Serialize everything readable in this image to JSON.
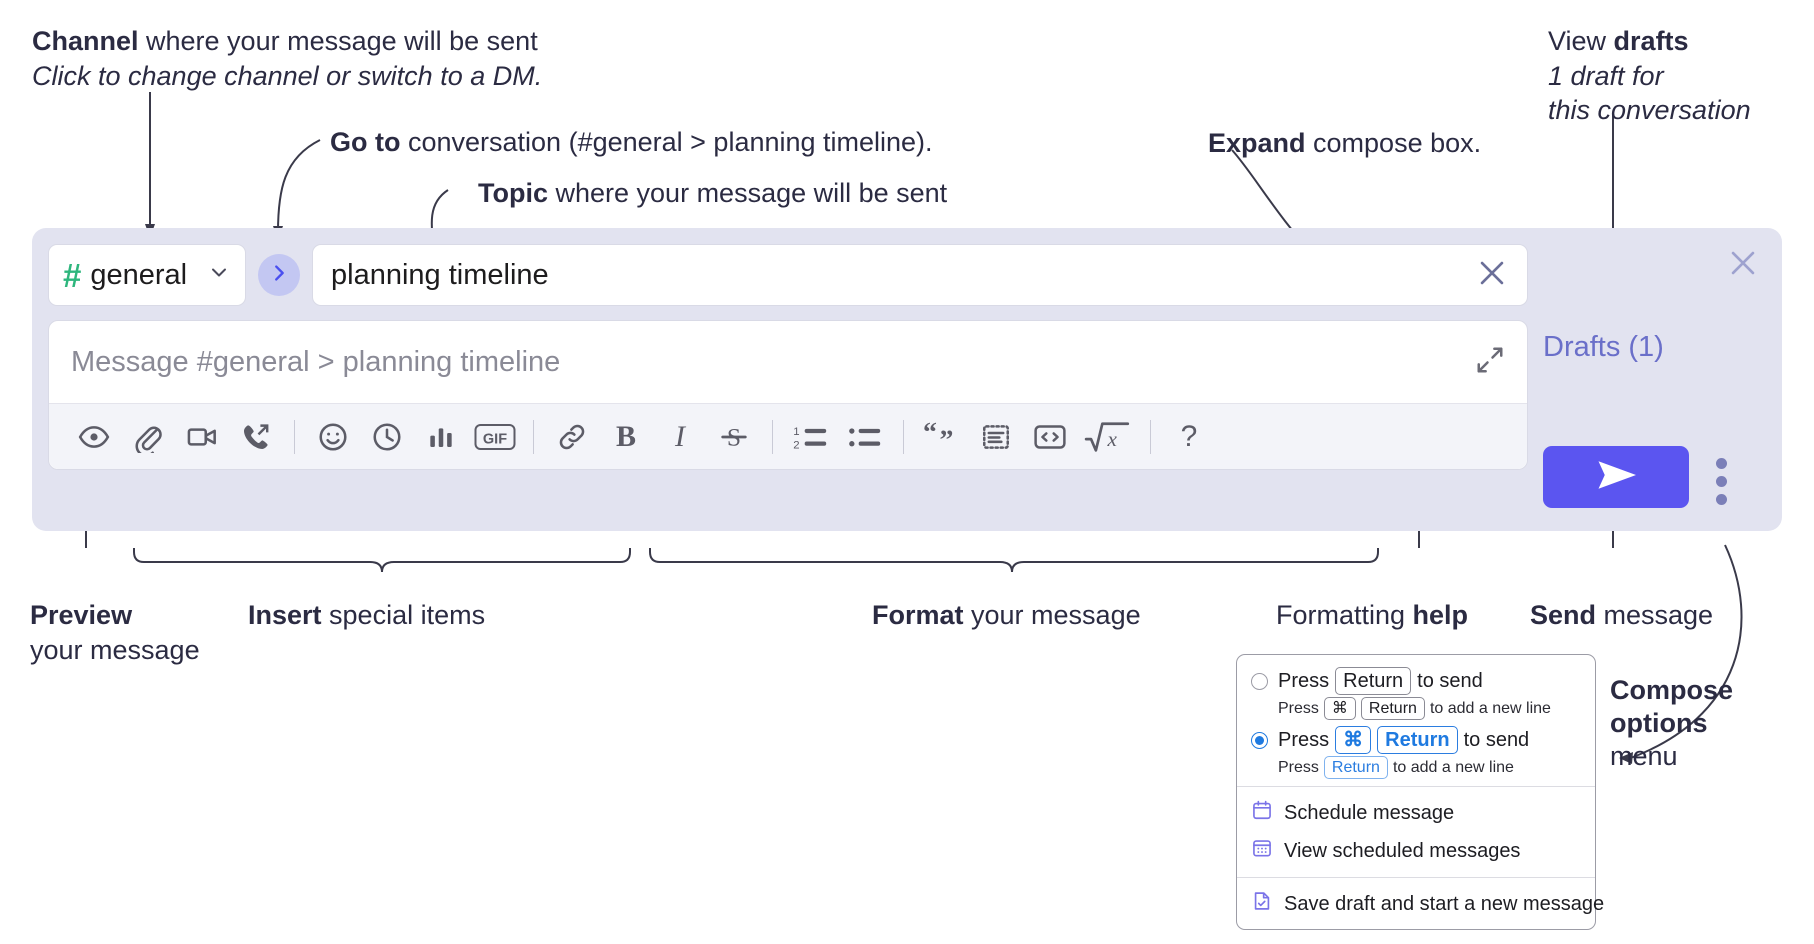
{
  "annotations": {
    "channel": {
      "title_bold": "Channel",
      "title_rest": " where your message will be sent",
      "sub": "Click to change channel or switch to a DM."
    },
    "goto": {
      "bold": "Go to",
      "rest": " conversation (#general > planning timeline)."
    },
    "topic": {
      "bold": "Topic",
      "rest": " where your message will be sent"
    },
    "expand": {
      "bold": "Expand",
      "rest": " compose box."
    },
    "drafts": {
      "line1_rest": "View ",
      "line1_bold": "drafts",
      "line2": "1 draft for",
      "line3": "this conversation"
    },
    "preview": {
      "bold": "Preview",
      "line2": "your message"
    },
    "insert": {
      "bold": "Insert",
      "rest": " special items"
    },
    "format": {
      "bold": "Format",
      "rest": " your message"
    },
    "formatting_help": {
      "rest": "Formatting ",
      "bold": "help"
    },
    "send": {
      "bold": "Send",
      "rest": " message"
    },
    "compose_options": {
      "bold1": "Compose",
      "bold2": "options",
      "rest": "menu"
    }
  },
  "compose": {
    "channel": {
      "hash": "#",
      "name": "general",
      "chevron_icon": "chevron-down-icon"
    },
    "goto_button": {
      "icon": "chevron-right-icon",
      "label": ">"
    },
    "topic": {
      "value": "planning timeline",
      "clear_icon": "close-icon"
    },
    "message": {
      "placeholder": "Message #general > planning timeline",
      "value": ""
    },
    "expand_icon": "expand-icon",
    "panel_close_icon": "close-icon",
    "drafts_label": "Drafts (1)",
    "send_icon": "send-paper-plane-icon",
    "kebab_icon": "overflow-vertical-icon",
    "toolbar": [
      {
        "name": "preview-button",
        "icon": "eye-icon"
      },
      {
        "name": "attach-file-button",
        "icon": "paperclip-icon"
      },
      {
        "name": "record-video-button",
        "icon": "video-camera-icon"
      },
      {
        "name": "record-audio-button",
        "icon": "phone-arrow-icon"
      },
      {
        "name": "separator-1",
        "icon": "separator"
      },
      {
        "name": "emoji-button",
        "icon": "smiley-icon"
      },
      {
        "name": "reminder-button",
        "icon": "clock-icon"
      },
      {
        "name": "poll-button",
        "icon": "bar-chart-icon"
      },
      {
        "name": "gif-button",
        "icon": "gif-icon"
      },
      {
        "name": "separator-2",
        "icon": "separator"
      },
      {
        "name": "link-button",
        "icon": "link-icon"
      },
      {
        "name": "bold-button",
        "icon": "bold-icon"
      },
      {
        "name": "italic-button",
        "icon": "italic-icon"
      },
      {
        "name": "strikethrough-button",
        "icon": "strikethrough-icon"
      },
      {
        "name": "separator-3",
        "icon": "separator"
      },
      {
        "name": "ordered-list-button",
        "icon": "ordered-list-icon"
      },
      {
        "name": "bulleted-list-button",
        "icon": "bulleted-list-icon"
      },
      {
        "name": "separator-4",
        "icon": "separator"
      },
      {
        "name": "blockquote-button",
        "icon": "quote-icon"
      },
      {
        "name": "code-block-button",
        "icon": "code-block-icon"
      },
      {
        "name": "code-inline-button",
        "icon": "code-angle-icon"
      },
      {
        "name": "math-button",
        "icon": "math-sqrt-icon"
      },
      {
        "name": "separator-5",
        "icon": "separator"
      },
      {
        "name": "formatting-help-button",
        "icon": "question-mark-icon"
      }
    ],
    "gif_label": "GIF",
    "bold_label": "B",
    "italic_label": "I",
    "strike_label": "S",
    "help_label": "?"
  },
  "options_menu": {
    "option_1": {
      "selected": false,
      "main_prefix": "Press",
      "main_key": "Return",
      "main_suffix": "to send",
      "sub_prefix": "Press",
      "sub_key_1": "⌘",
      "sub_key_2": "Return",
      "sub_suffix": "to add a new line"
    },
    "option_2": {
      "selected": true,
      "main_prefix": "Press",
      "main_key_1": "⌘",
      "main_key_2": "Return",
      "main_suffix": "to send",
      "sub_prefix": "Press",
      "sub_key": "Return",
      "sub_suffix": "to add a new line"
    },
    "items": [
      {
        "label": "Schedule message",
        "icon": "calendar-clock-icon"
      },
      {
        "label": "View scheduled messages",
        "icon": "calendar-grid-icon"
      },
      {
        "label": "Save draft and start a new message",
        "icon": "file-check-icon"
      }
    ]
  },
  "colors": {
    "panel_bg": "#e2e3f0",
    "send_button": "#5b55f0",
    "hash_green": "#2eb67d",
    "drafts_text": "#6a6fc9",
    "goto_circle": "#c3c7f2",
    "accent_blue": "#1f7ae0",
    "menu_icon_purple": "#7b74e8"
  }
}
